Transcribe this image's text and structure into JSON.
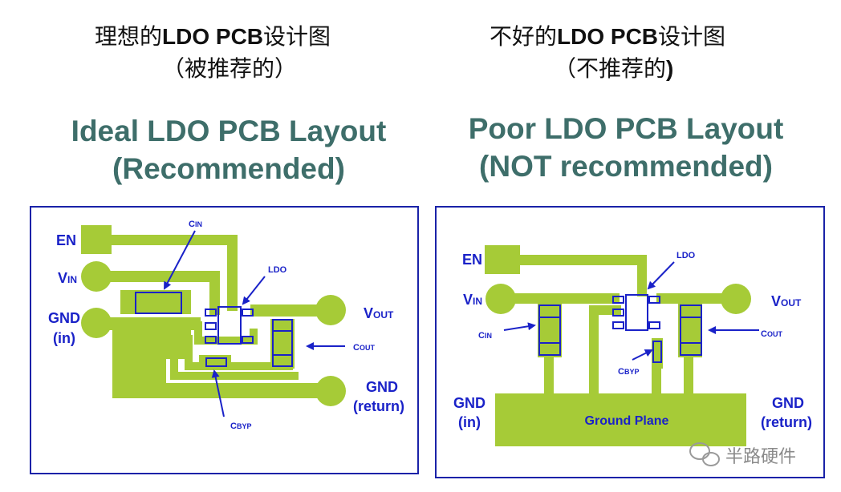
{
  "left": {
    "cn_title_pre": "理想的",
    "cn_title_mid": "LDO PCB",
    "cn_title_post": "设计图",
    "cn_subtitle": "（被推荐的）",
    "en_title_line1": "Ideal LDO PCB Layout",
    "en_title_line2": "(Recommended)",
    "labels": {
      "en": "EN",
      "vin_v": "V",
      "vin_sub": "IN",
      "gnd_in_1": "GND",
      "gnd_in_2": "(in)",
      "vout_v": "V",
      "vout_sub": "OUT",
      "gnd_ret_1": "GND",
      "gnd_ret_2": "(return)",
      "cin_c": "C",
      "cin_sub": "IN",
      "ldo": "LDO",
      "cout_c": "C",
      "cout_sub": "OUT",
      "cbyp_c": "C",
      "cbyp_sub": "BYP"
    }
  },
  "right": {
    "cn_title_pre": "不好的",
    "cn_title_mid": "LDO PCB",
    "cn_title_post": "设计图",
    "cn_subtitle_pre": "（不推荐的",
    "cn_subtitle_post": ")",
    "en_title_line1": "Poor LDO PCB Layout",
    "en_title_line2": "(NOT recommended)",
    "labels": {
      "en": "EN",
      "vin_v": "V",
      "vin_sub": "IN",
      "vout_v": "V",
      "vout_sub": "OUT",
      "gnd_in_1": "GND",
      "gnd_in_2": "(in)",
      "gnd_ret_1": "GND",
      "gnd_ret_2": "(return)",
      "cin_c": "C",
      "cin_sub": "IN",
      "ldo": "LDO",
      "cout_c": "C",
      "cout_sub": "OUT",
      "cbyp_c": "C",
      "cbyp_sub": "BYP",
      "ground_plane": "Ground Plane"
    }
  },
  "watermark": "半路硬件",
  "colors": {
    "trace": "#a6cb37",
    "component_outline": "#1a22c8",
    "title_en": "#3e6e6a",
    "frame": "#1a22a8"
  }
}
